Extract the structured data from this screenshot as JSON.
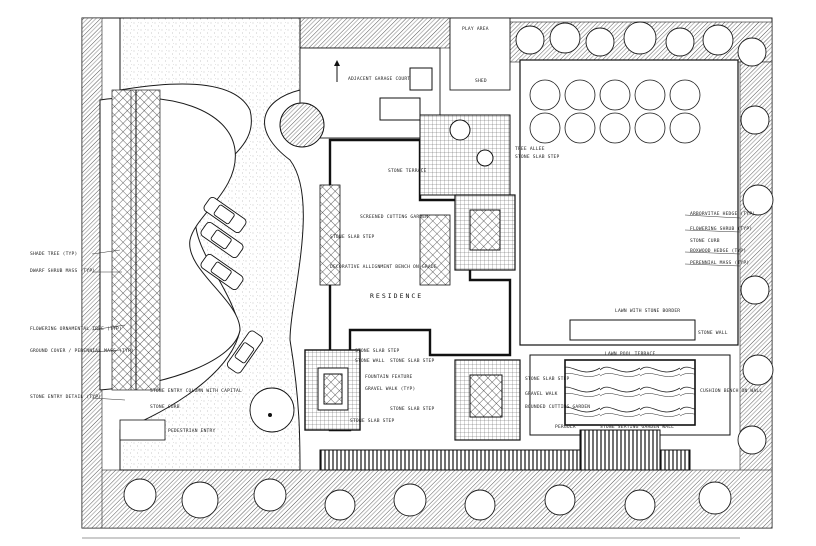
{
  "labels": {
    "adjacent_garage": "ADJACENT GARAGE COURT",
    "play_area": "PLAY AREA",
    "shed": "SHED",
    "tree_allee": "TREE ALLEE",
    "stone_slab_step_top": "STONE SLAB STEP",
    "stone_terrace": "STONE TERRACE",
    "screened_cutting_garden": "SCREENED CUTTING GARDEN",
    "stone_slab_step_left": "STONE SLAB STEP",
    "decorative_allignment": "DECORATIVE ALLIGNMENT BENCH ON GRADE",
    "residence": "RESIDENCE",
    "shade_tree": "SHADE TREE (TYP)",
    "dwarf_shrub": "DWARF SHRUB MASS (TYP)",
    "flowering_ornamental": "FLOWERING ORNAMENTAL TREE (TYP)",
    "groundcover": "GROUND COVER / PERENNIAL MASS (TYP)",
    "stone_entry_detail": "STONE ENTRY DETAIL (TYP)",
    "stone_entry_column": "STONE ENTRY COLUMN WITH CAPITAL",
    "stone_curb": "STONE CURB",
    "pedestrian_entry": "PEDESTRIAN ENTRY",
    "stone_slab_step_mid": "STONE SLAB STEP",
    "stone_wall_mid": "STONE WALL",
    "fountain_feature": "FOUNTAIN FEATURE",
    "gravel_walk_left": "GRAVEL WALK (TYP)",
    "stone_slab_step_right": "STONE SLAB STEP",
    "stone_slab_step_low": "STONE SLAB STEP",
    "stone_slab_step_low2": "STONE SLAB STEP",
    "stone_slab_step_east": "STONE SLAB STEP",
    "gravel_walk_east": "GRAVEL WALK",
    "bounded_cutting_garden": "BOUNDED CUTTING GARDEN",
    "arborvitae_hedge": "ARBORVITAE HEDGE (TYP)",
    "flowering_shrub": "FLOWERING SHRUB (TYP)",
    "stone_curb_east": "STONE CURB",
    "boxwood_hedge": "BOXWOOD HEDGE (TYP)",
    "perennial_mass": "PERENNIAL MASS (TYP)",
    "lawn_with_stone": "LAWN WITH STONE BORDER",
    "stone_wall_east": "STONE WALL",
    "lawn_pool_terrace": "LAWN POOL TERRACE",
    "cushion_bench": "CUSHION BENCH ON WALL",
    "pergola": "PERGOLA",
    "stone_seating": "STONE SEATING GARDEN WALL"
  },
  "icons": {
    "north_arrow": "north-arrow-icon",
    "car": "car-icon"
  }
}
